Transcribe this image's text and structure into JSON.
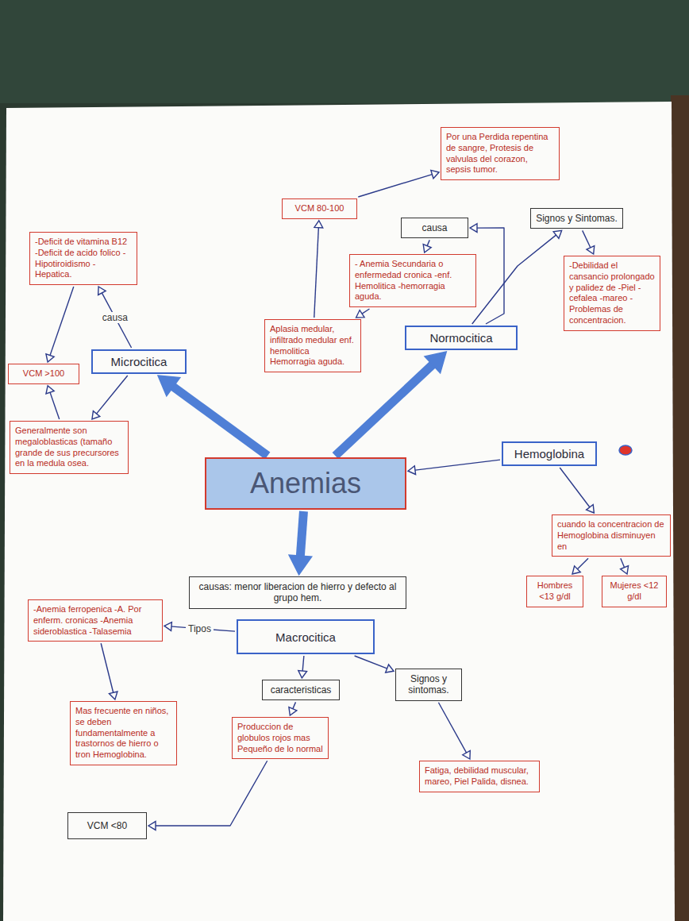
{
  "diagram": {
    "nodes": [
      {
        "text": [
          "Por una Perdida repentina de sangre, Protesis de valvulas del corazon, sepsis tumor."
        ]
      },
      {
        "text": [
          "VCM 80-100"
        ]
      },
      {
        "text": [
          "causa"
        ]
      },
      {
        "text": [
          "Signos y Sintomas."
        ]
      },
      {
        "text": [
          "-Deficit de vitamina B12 -Deficit de acido folico -Hipotiroidismo -Hepatica."
        ]
      },
      {
        "text": [
          "- Anemia Secundaria o enfermedad cronica -enf. Hemolitica -hemorragia aguda."
        ]
      },
      {
        "text": [
          "-Debilidad el cansancio prolongado y palidez de -Piel -cefalea -mareo -Problemas de concentracion."
        ]
      },
      {
        "text": [
          "Aplasia medular, infiltrado medular enf. hemolitica Hemorragia aguda."
        ]
      },
      {
        "text": [
          "Normocitica"
        ]
      },
      {
        "text": [
          "Microcitica"
        ]
      },
      {
        "text": [
          "VCM >100"
        ]
      },
      {
        "text": [
          "Generalmente son megaloblasticas (tamaño grande de sus precursores en la medula osea."
        ]
      },
      {
        "text": [
          "Anemias"
        ]
      },
      {
        "text": [
          "Hemoglobina"
        ]
      },
      {
        "text": [
          "cuando la concentracion de Hemoglobina disminuyen en"
        ]
      },
      {
        "text": [
          "Hombres <13 g/dl"
        ]
      },
      {
        "text": [
          "Mujeres <12 g/dl"
        ]
      },
      {
        "text": [
          "causas: menor liberacion de hierro y defecto al grupo hem."
        ]
      },
      {
        "text": [
          "Macrocitica"
        ]
      },
      {
        "text": [
          "-Anemia ferropenica -A. Por enferm. cronicas -Anemia sideroblastica -Talasemia"
        ]
      },
      {
        "text": [
          "caracteristicas"
        ]
      },
      {
        "text": [
          "Signos y sintomas."
        ]
      },
      {
        "text": [
          "Mas frecuente en niños, se deben fundamentalmente a trastornos de hierro o tron Hemoglobina."
        ]
      },
      {
        "text": [
          "Produccion de globulos rojos mas Pequeño de lo normal"
        ]
      },
      {
        "text": [
          "Fatiga, debilidad muscular, mareo, Piel Palida, disnea."
        ]
      },
      {
        "text": [
          "VCM <80"
        ]
      }
    ],
    "edges": [
      {
        "from": 12,
        "to": 9,
        "arrow": "to"
      },
      {
        "from": 12,
        "to": 8,
        "arrow": "to"
      },
      {
        "from": 12,
        "to": 17,
        "arrow": "to"
      },
      {
        "from": 13,
        "to": 12,
        "arrow": "to"
      },
      {
        "from": 13,
        "to": 14,
        "arrow": "to"
      },
      {
        "from": 14,
        "to": 15,
        "arrow": "to"
      },
      {
        "from": 14,
        "to": 16,
        "arrow": "to"
      },
      {
        "from": 18,
        "to": 19,
        "label": "Tipos",
        "arrow": "to"
      },
      {
        "from": 18,
        "to": 20,
        "arrow": "to"
      },
      {
        "from": 18,
        "to": 21,
        "arrow": "to"
      },
      {
        "from": 20,
        "to": 23,
        "arrow": "to"
      },
      {
        "from": 21,
        "to": 24,
        "arrow": "to"
      },
      {
        "from": 19,
        "to": 22,
        "arrow": "to"
      },
      {
        "from": 23,
        "to": 25,
        "arrow": "to"
      },
      {
        "from": 9,
        "to": 4,
        "label": "causa",
        "arrow": "to"
      },
      {
        "from": 4,
        "to": 10,
        "arrow": "to"
      },
      {
        "from": 11,
        "to": 10,
        "arrow": "to"
      },
      {
        "from": 9,
        "to": 11,
        "arrow": "to"
      },
      {
        "from": 8,
        "to": 2,
        "arrow": "to"
      },
      {
        "from": 2,
        "to": 5,
        "arrow": "to"
      },
      {
        "from": 5,
        "to": 7,
        "arrow": "to"
      },
      {
        "from": 7,
        "to": 1,
        "arrow": "to"
      },
      {
        "from": 1,
        "to": 0,
        "arrow": "to"
      },
      {
        "from": 8,
        "to": 3,
        "arrow": "to"
      },
      {
        "from": 3,
        "to": 6,
        "arrow": "to"
      }
    ]
  }
}
